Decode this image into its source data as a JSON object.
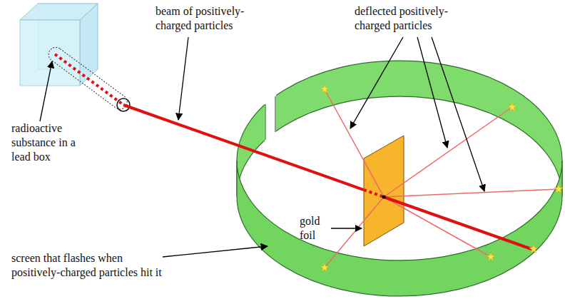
{
  "diagram": {
    "labels": [
      "beam of positively-charged particles",
      "deflected positively-charged particles",
      "radioactive substance in a lead box",
      "gold foil",
      "screen that flashes when positively-charged particles hit it"
    ]
  }
}
